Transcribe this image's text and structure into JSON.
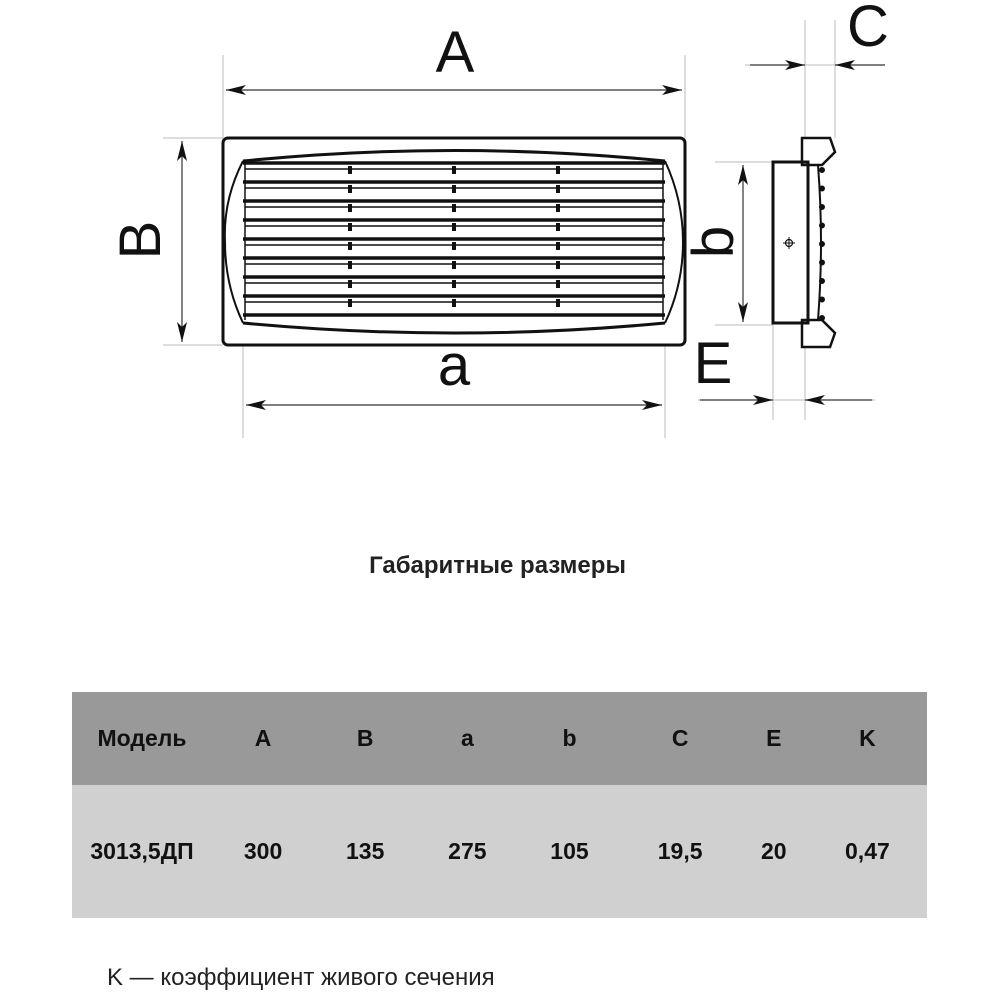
{
  "drawing": {
    "labels": {
      "A": "A",
      "B": "B",
      "a": "a",
      "b": "b",
      "C": "C",
      "E": "E"
    }
  },
  "title": "Габаритные размеры",
  "table": {
    "headers": [
      "Модель",
      "A",
      "B",
      "a",
      "b",
      "C",
      "E",
      "K"
    ],
    "rows": [
      [
        "3013,5ДП",
        "300",
        "135",
        "275",
        "105",
        "19,5",
        "20",
        "0,47"
      ]
    ]
  },
  "footnote": "K — коэффициент живого сечения",
  "colors": {
    "header_bg": "#999999",
    "row_bg": "#d0d0d0"
  }
}
